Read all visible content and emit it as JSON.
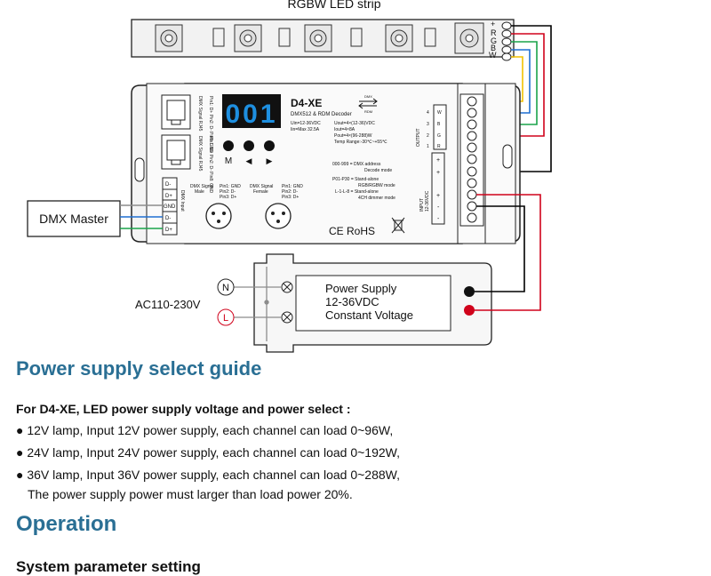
{
  "diagram": {
    "strip_label": "RGBW LED strip",
    "strip_pins": [
      "+",
      "R",
      "G",
      "B",
      "W"
    ],
    "device": {
      "model": "D4-XE",
      "subtitle": "DMX512 & RDM Decoder",
      "display_digits": "001",
      "buttons": [
        "M",
        "◀",
        "▶"
      ],
      "rj45_label_1": "DMX Signal RJ45",
      "rj45_pins_1": "Pin1: D+ Pin2: D- Pin8: GND",
      "rj45_label_2": "DMX Signal RJ45",
      "rj45_pins_2": "Pin1: D+ Pin2: D- Pin8: GND",
      "spec_left": [
        "Uin=12-36VDC",
        "Iin=Max 32.5A"
      ],
      "spec_right": [
        "Uout=4×(12-36)VDC",
        "Iout=4×8A",
        "Pout=4×(96-288)W",
        "Temp Range:-30℃~+55℃"
      ],
      "modes": [
        "000-999 = DMX address",
        "Decode mode",
        "P01-P30 = Stand-alone",
        "RGB/RGBW mode",
        "L-1-L-8 = Stand-alone",
        "4CH dimmer mode"
      ],
      "dmx_male": [
        "DMX Signal",
        "Male"
      ],
      "dmx_male_pins": [
        "Pin1: GND",
        "Pin2: D-",
        "Pin3: D+"
      ],
      "dmx_female": [
        "DMX Signal",
        "Female"
      ],
      "dmx_female_pins": [
        "Pin1: GND",
        "Pin2: D-",
        "Pin3: D+"
      ],
      "dmx_input_label": "DMX Input",
      "dmx_terminals": [
        "D-",
        "D+",
        "GND",
        "D-",
        "D+"
      ],
      "output_label": "OUTPUT",
      "output_channels": [
        "4",
        "3",
        "2",
        "1"
      ],
      "output_letters": [
        "W",
        "B",
        "G",
        "R"
      ],
      "input_label": [
        "INPUT",
        "12-36VDC"
      ],
      "terminal_signs": [
        "+",
        "+",
        "+",
        "-",
        "-"
      ],
      "ce_mark": "CE RoHS",
      "dmx_logo": "DMX",
      "rdm_logo": "RDM"
    },
    "dmx_master_label": "DMX Master",
    "power_supply": {
      "lines": [
        "Power Supply",
        "12-36VDC",
        "Constant Voltage"
      ],
      "input_label": "AC110-230V",
      "n_label": "N",
      "l_label": "L"
    },
    "wire_colors": {
      "black": "#000000",
      "red": "#d0021b",
      "green": "#1aa34a",
      "blue": "#1f6fd1",
      "yellow": "#f2c100",
      "gray": "#8c8c8c"
    }
  },
  "guide": {
    "title": "Power supply select guide",
    "lead": "For D4-XE, LED power supply voltage and power select :",
    "bullets": [
      "12V lamp, Input 12V power supply, each channel can load 0~96W,",
      "24V lamp, Input 24V power supply, each channel can load 0~192W,",
      "36V lamp, Input 36V power supply, each channel can load 0~288W,"
    ],
    "bullet_symbol": "●",
    "note": "The power supply power must larger than load power 20%."
  },
  "operation": {
    "title": "Operation",
    "subtitle": "System parameter setting"
  },
  "accent_color": "#2a6f94",
  "display_color": "#1e8fe0"
}
